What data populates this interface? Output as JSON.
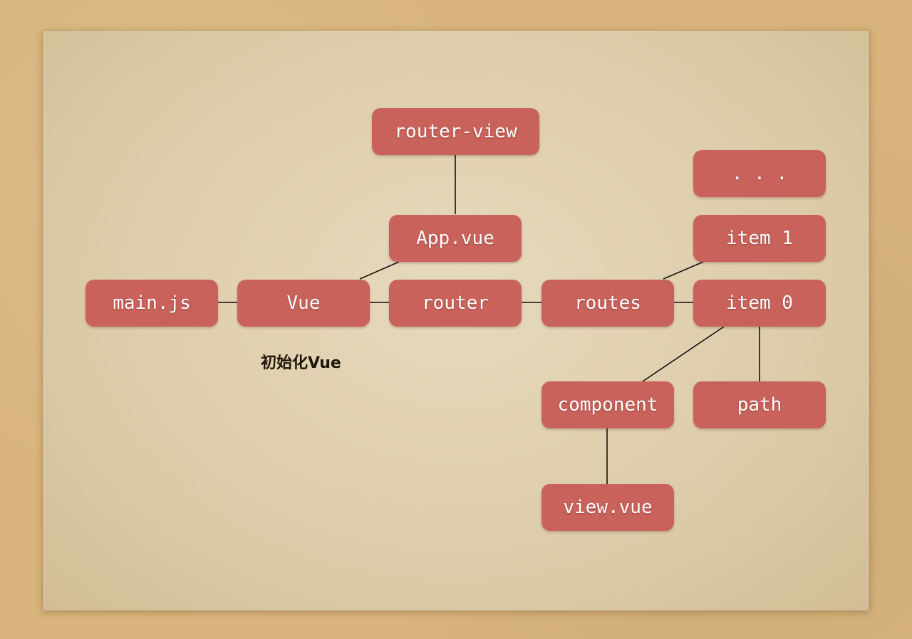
{
  "diagram": {
    "nodes": {
      "main_js": "main.js",
      "vue": "Vue",
      "router": "router",
      "routes": "routes",
      "item0": "item 0",
      "item1": "item 1",
      "ellipsis": ". . .",
      "app_vue": "App.vue",
      "router_view": "router-view",
      "component": "component",
      "path": "path",
      "view_vue": "view.vue"
    },
    "caption": "初始化Vue"
  },
  "colors": {
    "node_fill": "#c9625b",
    "node_text": "#ffffff",
    "connector": "#111111",
    "paper": "#ddcca8",
    "background": "#d9b47c"
  }
}
